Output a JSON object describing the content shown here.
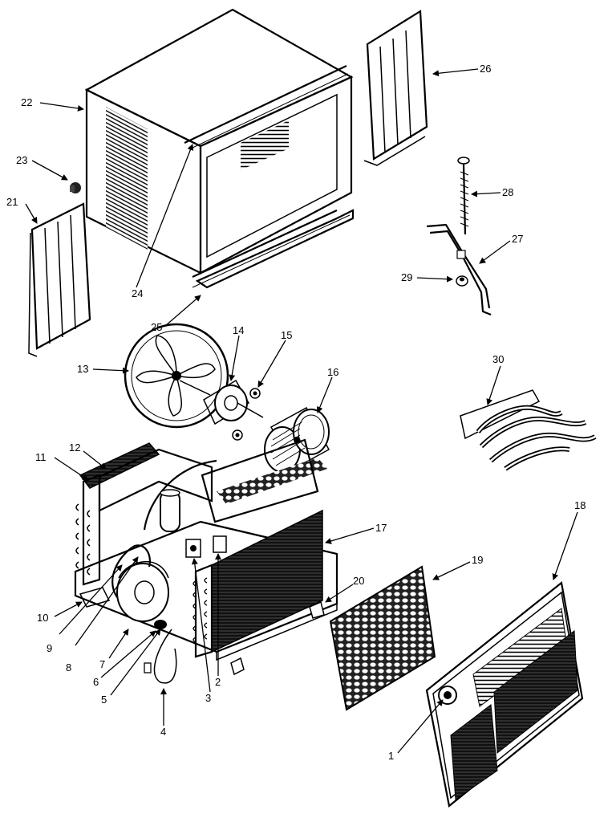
{
  "callouts": [
    {
      "id": "1",
      "text": "1"
    },
    {
      "id": "2",
      "text": "2"
    },
    {
      "id": "3",
      "text": "3"
    },
    {
      "id": "4",
      "text": "4"
    },
    {
      "id": "5",
      "text": "5"
    },
    {
      "id": "6",
      "text": "6"
    },
    {
      "id": "7",
      "text": "7"
    },
    {
      "id": "8",
      "text": "8"
    },
    {
      "id": "9",
      "text": "9"
    },
    {
      "id": "10",
      "text": "10"
    },
    {
      "id": "11",
      "text": "11"
    },
    {
      "id": "12",
      "text": "12"
    },
    {
      "id": "13",
      "text": "13"
    },
    {
      "id": "14",
      "text": "14"
    },
    {
      "id": "15",
      "text": "15"
    },
    {
      "id": "16",
      "text": "16"
    },
    {
      "id": "17",
      "text": "17"
    },
    {
      "id": "18",
      "text": "18"
    },
    {
      "id": "19",
      "text": "19"
    },
    {
      "id": "20",
      "text": "20"
    },
    {
      "id": "21",
      "text": "21"
    },
    {
      "id": "22",
      "text": "22"
    },
    {
      "id": "23",
      "text": "23"
    },
    {
      "id": "24",
      "text": "24"
    },
    {
      "id": "25",
      "text": "25"
    },
    {
      "id": "26",
      "text": "26"
    },
    {
      "id": "27",
      "text": "27"
    },
    {
      "id": "28",
      "text": "28"
    },
    {
      "id": "29",
      "text": "29"
    },
    {
      "id": "30",
      "text": "30"
    }
  ]
}
